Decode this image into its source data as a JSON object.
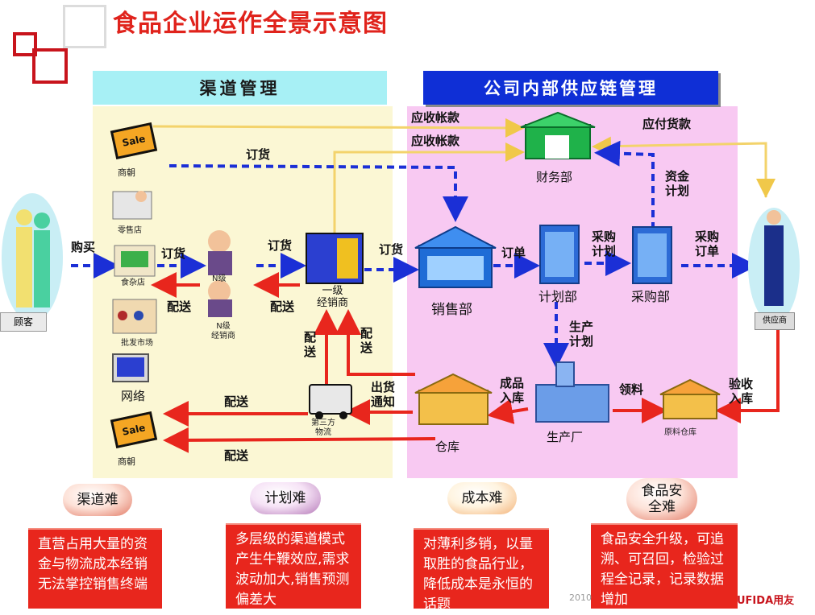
{
  "title": "食品企业运作全景示意图",
  "headers": {
    "channel": "渠道管理",
    "supply": "公司内部供应链管理"
  },
  "nodes": {
    "customer": "顾客",
    "mall_top": "商朝",
    "mall_bottom": "商朝",
    "sale_sign": "Sale",
    "retail": "零售店",
    "grocery": "食杂店",
    "wholesale": "批发市场",
    "network": "网络",
    "n_dealer_a": "N级",
    "n_dealer_b": "N级\n经销商",
    "first_dealer": "一级\n经销商",
    "logistics": "第三方\n物流",
    "finance": "财务部",
    "sales": "销售部",
    "planning": "计划部",
    "purchasing": "采购部",
    "factory": "生产厂",
    "warehouse": "仓库",
    "raw_warehouse": "原料仓库",
    "supplier": "供应商"
  },
  "flow_labels": {
    "receivable_1": "应收帐款",
    "receivable_2": "应收帐款",
    "payable": "应付货款",
    "order_top": "订货",
    "buy": "购买",
    "order_1": "订货",
    "order_2": "订货",
    "order_3": "订货",
    "order_sales": "订单",
    "purchase_plan": "采购\n计划",
    "purchase_order": "采购\n订单",
    "fund_plan": "资金\n计划",
    "production_plan": "生产\n计划",
    "deliver_1": "配送",
    "deliver_2": "配送",
    "deliver_v1": "配\n送",
    "deliver_v2": "配\n送",
    "ship_notice": "出货\n通知",
    "goods_in": "成品\n入库",
    "material_pick": "领料",
    "inspect_in": "验收\n入库",
    "deliver_3": "配送",
    "deliver_4": "配送"
  },
  "challenges": [
    {
      "title": "渠道难",
      "text": "直营占用大量的资金与物流成本经销无法掌控销售终端"
    },
    {
      "title": "计划难",
      "text": "多层级的渠道模式产生牛鞭效应,需求波动加大,销售预测偏差大"
    },
    {
      "title": "成本难",
      "text": "对薄利多销，以量取胜的食品行业，降低成本是永恒的话题"
    },
    {
      "title": "食品安\n全难",
      "text": "食品安全升级，可追溯、可召回，检验过程全记录，记录数据增加"
    }
  ],
  "footer": {
    "year": "2010",
    "logo": "UFIDA用友"
  },
  "colors": {
    "title": "#e0231c",
    "dashed_flow": "#1b2fd6",
    "solid_flow": "#e8261d",
    "money_flow": "#f3d36b"
  }
}
